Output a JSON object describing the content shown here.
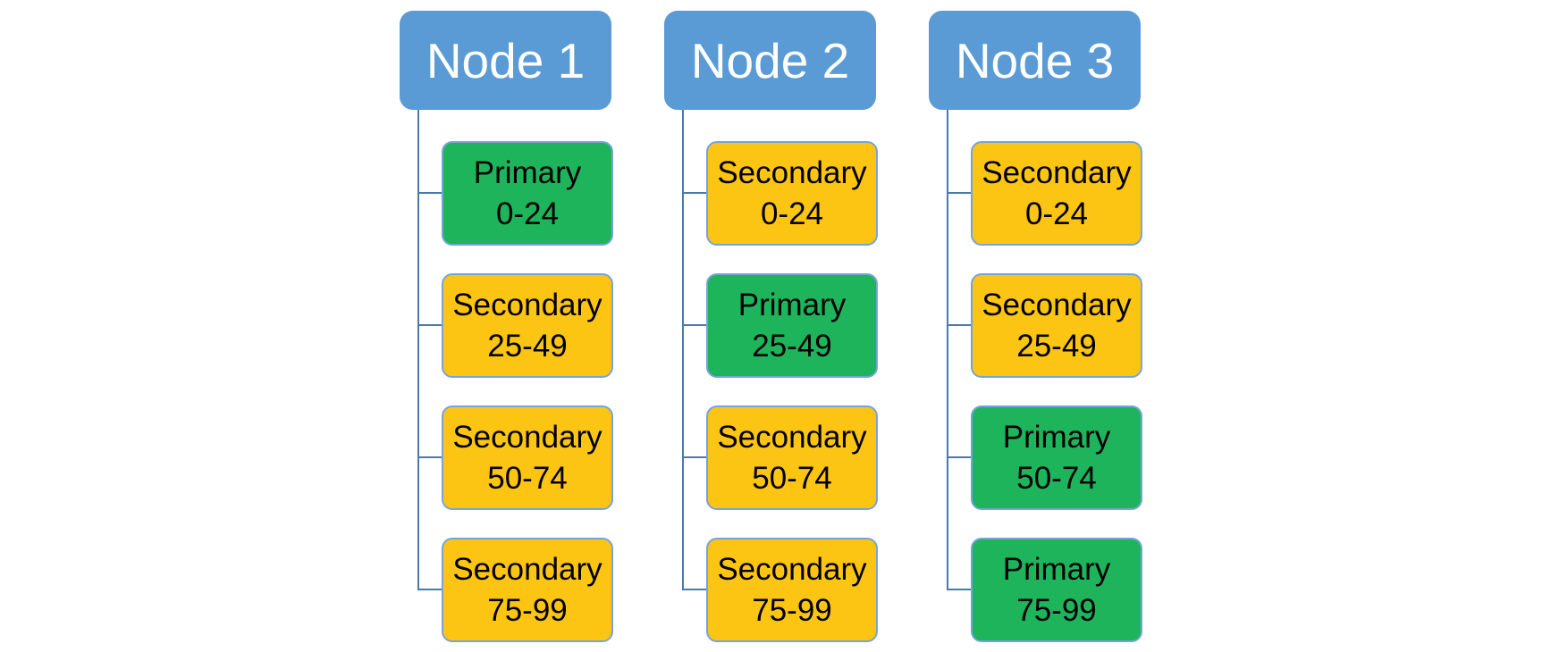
{
  "diagram": {
    "colors": {
      "background": "#FFFFFF",
      "header_fill": "#5B9BD5",
      "header_text": "#FFFFFF",
      "primary_fill": "#1EB45C",
      "secondary_fill": "#FDC513",
      "child_border": "#76A3DA",
      "connector": "#4A79AE",
      "child_text": "#000000"
    },
    "columns": [
      {
        "header": "Node 1",
        "children": [
          {
            "type": "Primary",
            "range": "0-24"
          },
          {
            "type": "Secondary",
            "range": "25-49"
          },
          {
            "type": "Secondary",
            "range": "50-74"
          },
          {
            "type": "Secondary",
            "range": "75-99"
          }
        ]
      },
      {
        "header": "Node 2",
        "children": [
          {
            "type": "Secondary",
            "range": "0-24"
          },
          {
            "type": "Primary",
            "range": "25-49"
          },
          {
            "type": "Secondary",
            "range": "50-74"
          },
          {
            "type": "Secondary",
            "range": "75-99"
          }
        ]
      },
      {
        "header": "Node 3",
        "children": [
          {
            "type": "Secondary",
            "range": "0-24"
          },
          {
            "type": "Secondary",
            "range": "25-49"
          },
          {
            "type": "Primary",
            "range": "50-74"
          },
          {
            "type": "Primary",
            "range": "75-99"
          }
        ]
      }
    ]
  }
}
